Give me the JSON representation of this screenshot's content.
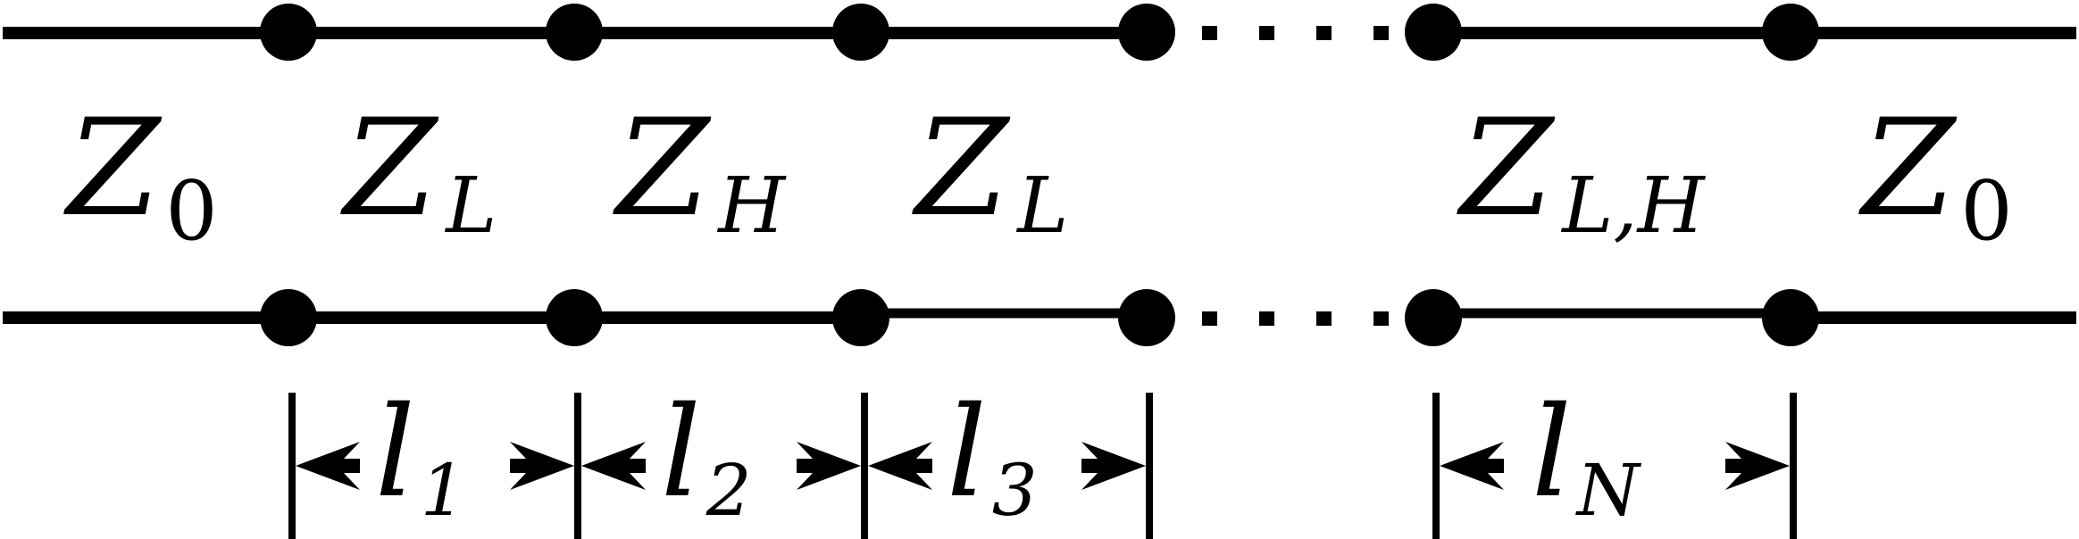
{
  "impedances": [
    {
      "main": "Z",
      "sub": "0"
    },
    {
      "main": "Z",
      "sub": "L"
    },
    {
      "main": "Z",
      "sub": "H"
    },
    {
      "main": "Z",
      "sub": "L"
    },
    {
      "main": "Z",
      "sub": "L,H"
    },
    {
      "main": "Z",
      "sub": "0"
    }
  ],
  "lengths": [
    {
      "main": "l",
      "sub": "1"
    },
    {
      "main": "l",
      "sub": "2"
    },
    {
      "main": "l",
      "sub": "3"
    },
    {
      "main": "l",
      "sub": "N"
    }
  ],
  "ellipsis": "· · · ·"
}
